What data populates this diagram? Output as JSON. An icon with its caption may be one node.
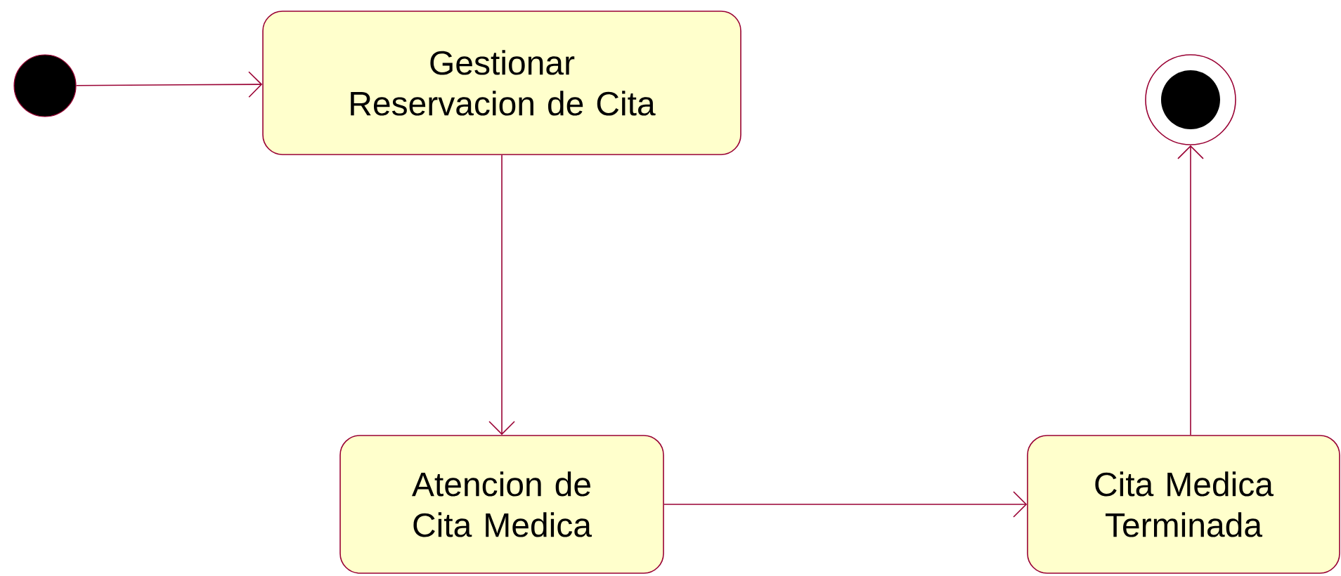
{
  "diagram": {
    "nodes": [
      {
        "text": [],
        "shape": "circle"
      },
      {
        "text": [
          "Gestionar Reservacion de Cita"
        ]
      },
      {
        "text": [
          "Atencion de Cita Medica"
        ]
      },
      {
        "text": [
          "Cita Medica Terminada"
        ]
      },
      {
        "text": [],
        "shape": "circle"
      }
    ],
    "edges": [
      {
        "from": 0,
        "to": 1,
        "arrow": "to"
      },
      {
        "from": 1,
        "to": 2,
        "arrow": "to"
      },
      {
        "from": 2,
        "to": 3,
        "arrow": "to"
      },
      {
        "from": 3,
        "to": 4,
        "arrow": "to"
      }
    ]
  }
}
